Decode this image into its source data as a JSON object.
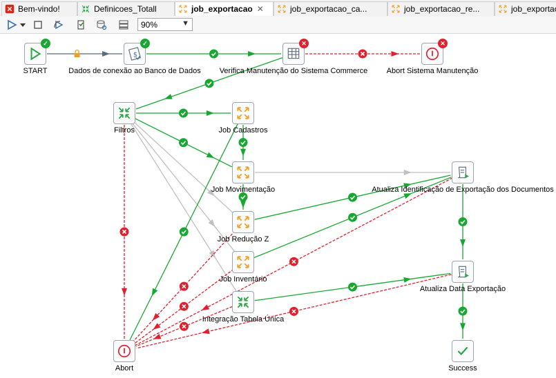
{
  "tabs": [
    {
      "label": "Bem-vindo!",
      "icon": "spoon-icon",
      "closable": false,
      "active": false
    },
    {
      "label": "Definicoes_Totall",
      "icon": "transformation-icon",
      "closable": false,
      "active": false
    },
    {
      "label": "job_exportacao",
      "icon": "job-icon",
      "closable": true,
      "active": true
    },
    {
      "label": "job_exportacao_ca...",
      "icon": "job-icon",
      "closable": false,
      "active": false
    },
    {
      "label": "job_exportacao_re...",
      "icon": "job-icon",
      "closable": false,
      "active": false
    },
    {
      "label": "job_exportaç",
      "icon": "job-icon",
      "closable": false,
      "active": false
    }
  ],
  "toolbar": {
    "zoom": "90%",
    "buttons": [
      "run-icon",
      "run-dropdown-icon",
      "stop-icon",
      "replay-icon",
      "check-job-icon",
      "sql-icon",
      "explore-db-icon"
    ]
  },
  "colors": {
    "success": "#18a832",
    "failure": "#e0202e",
    "unconditional": "#5a6b7b",
    "disabled": "#c0c0c0"
  },
  "nodes": {
    "start": {
      "label": "START",
      "icon": "start-icon",
      "status": "ok"
    },
    "dados": {
      "label": "Dados de conexão ao Banco de Dados",
      "icon": "set-variables-icon",
      "status": "ok"
    },
    "verifica": {
      "label": "Verifica Manutenção do Sistema Commerce",
      "icon": "table-icon",
      "status": "err"
    },
    "abort_sistema": {
      "label": "Abort Sistema Manutenção",
      "icon": "abort-icon",
      "status": "err"
    },
    "filtros": {
      "label": "Filtros",
      "icon": "transformation-icon",
      "status": ""
    },
    "job_cadastros": {
      "label": "Job Cadastros",
      "icon": "job-icon",
      "status": ""
    },
    "job_movimentacao": {
      "label": "Job Movimentação",
      "icon": "job-icon",
      "status": ""
    },
    "job_reducao": {
      "label": "Job Redução Z",
      "icon": "job-icon",
      "status": ""
    },
    "job_inventario": {
      "label": "Job Inventário",
      "icon": "job-icon",
      "status": ""
    },
    "integracao": {
      "label": "Integração Tabela Única",
      "icon": "transformation-icon",
      "status": ""
    },
    "abort": {
      "label": "Abort",
      "icon": "abort-icon",
      "status": ""
    },
    "atualiza_id": {
      "label": "Atualiza Identificação de Exportação dos Documentos",
      "icon": "sql-script-icon",
      "status": ""
    },
    "atualiza_data": {
      "label": "Atualiza Data Exportação",
      "icon": "sql-script-icon",
      "status": ""
    },
    "success": {
      "label": "Success",
      "icon": "success-icon",
      "status": ""
    }
  }
}
